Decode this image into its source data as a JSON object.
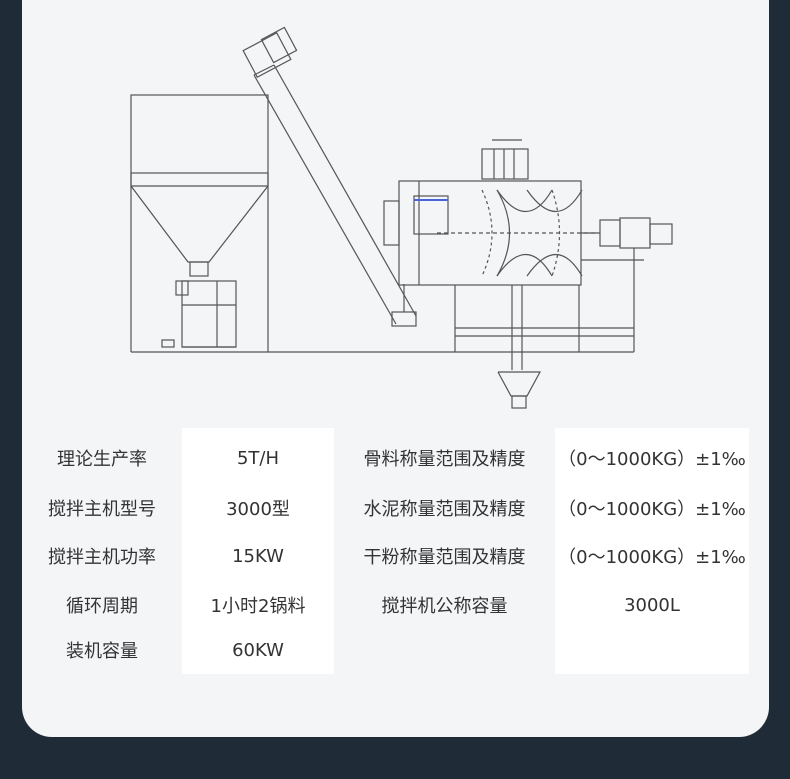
{
  "specs": {
    "left": [
      {
        "label": "理论生产率",
        "value": "5T/H"
      },
      {
        "label": "搅拌主机型号",
        "value": "3000型"
      },
      {
        "label": "搅拌主机功率",
        "value": "15KW"
      },
      {
        "label": "循环周期",
        "value": "1小时2锅料"
      },
      {
        "label": "装机容量",
        "value": "60KW"
      }
    ],
    "right": [
      {
        "label": "骨料称量范围及精度",
        "value": "（0～1000KG）±1‰"
      },
      {
        "label": "水泥称量范围及精度",
        "value": "（0～1000KG）±1‰"
      },
      {
        "label": "干粉称量范围及精度",
        "value": "（0～1000KG）±1‰"
      },
      {
        "label": "搅拌机公称容量",
        "value": "3000L"
      }
    ]
  },
  "colors": {
    "background": "#1f2b36",
    "card": "#f3f5f7",
    "value_column": "#ffffff",
    "text": "#333333",
    "line": "#555555"
  }
}
